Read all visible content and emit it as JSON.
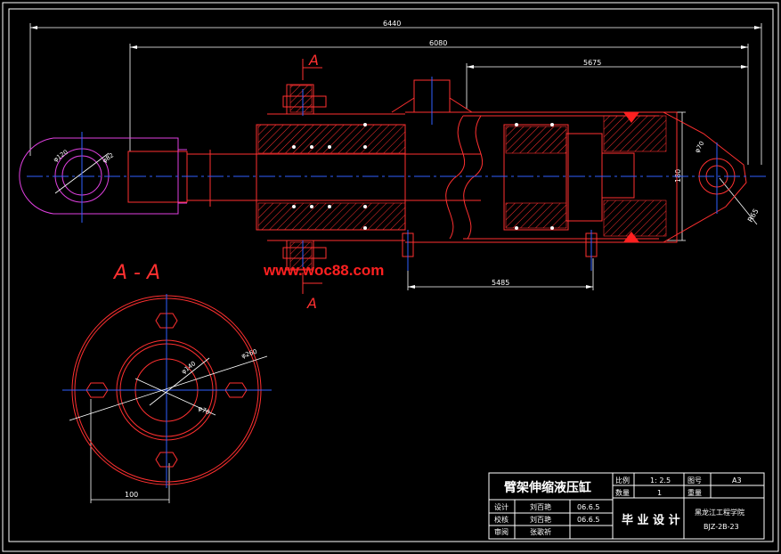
{
  "dimensions": {
    "overall_length": "6440",
    "rod_length": "6080",
    "barrel_length": "5675",
    "port_spacing": "5485",
    "end_height": "180",
    "end_radius": "R65",
    "eye_dia_left": "φ120",
    "pin_dia_left": "φ82",
    "pin_dia_right": "φ70",
    "flange_outer": "φ260",
    "flange_inner": "φ140",
    "bolt_circle": "φ70",
    "flange_offset": "100"
  },
  "section_marks": {
    "top": "A",
    "bottom": "A",
    "view_title": "A - A"
  },
  "watermark": "www.woc88.com",
  "title_block": {
    "drawing_name": "臂架伸缩液压缸",
    "scale_label": "比例",
    "scale_value": "1: 2.5",
    "drawing_no_label": "图号",
    "drawing_no_value": "A3",
    "qty_label": "数量",
    "qty_value": "1",
    "weight_label": "重量",
    "weight_value": "",
    "design_label": "设计",
    "design_name": "刘百艳",
    "design_date": "06.6.5",
    "drawn_label": "校核",
    "drawn_name": "刘百艳",
    "drawn_date": "06.6.5",
    "review_label": "审阅",
    "review_name": "张歌祈",
    "project": "毕 业 设 计",
    "school": "黑龙江工程学院",
    "class_code": "BJZ-2B-23"
  }
}
